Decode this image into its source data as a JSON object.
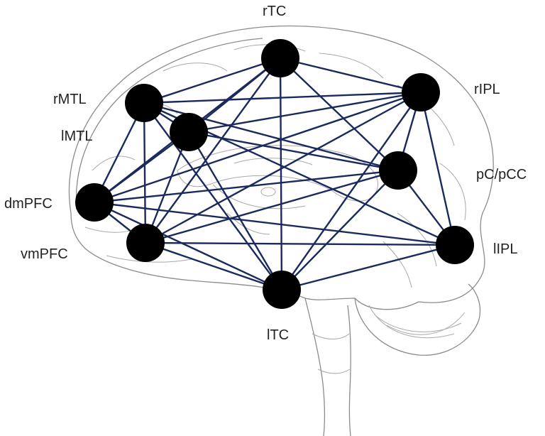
{
  "colors": {
    "edge": "#1b2a5c",
    "node": "#000000",
    "brain_outline": "#8c8c8c",
    "label": "#222222"
  },
  "nodes": [
    {
      "id": "rTC",
      "label": "rTC"
    },
    {
      "id": "rIPL",
      "label": "rIPL"
    },
    {
      "id": "rMTL",
      "label": "rMTL"
    },
    {
      "id": "lMTL",
      "label": "lMTL"
    },
    {
      "id": "pCpCC",
      "label": "pC/pCC"
    },
    {
      "id": "dmPFC",
      "label": "dmPFC"
    },
    {
      "id": "vmPFC",
      "label": "vmPFC"
    },
    {
      "id": "lIPL",
      "label": "lIPL"
    },
    {
      "id": "lTC",
      "label": "lTC"
    }
  ],
  "edges": [
    [
      "rTC",
      "rMTL"
    ],
    [
      "rTC",
      "lMTL"
    ],
    [
      "rTC",
      "rIPL"
    ],
    [
      "rTC",
      "pCpCC"
    ],
    [
      "rTC",
      "lTC"
    ],
    [
      "rTC",
      "dmPFC"
    ],
    [
      "rTC",
      "vmPFC"
    ],
    [
      "rMTL",
      "rIPL"
    ],
    [
      "rMTL",
      "lMTL"
    ],
    [
      "rMTL",
      "pCpCC"
    ],
    [
      "rMTL",
      "dmPFC"
    ],
    [
      "rMTL",
      "vmPFC"
    ],
    [
      "rMTL",
      "lTC"
    ],
    [
      "rMTL",
      "lIPL"
    ],
    [
      "lMTL",
      "rIPL"
    ],
    [
      "lMTL",
      "pCpCC"
    ],
    [
      "lMTL",
      "dmPFC"
    ],
    [
      "lMTL",
      "vmPFC"
    ],
    [
      "lMTL",
      "lTC"
    ],
    [
      "rIPL",
      "pCpCC"
    ],
    [
      "rIPL",
      "dmPFC"
    ],
    [
      "rIPL",
      "vmPFC"
    ],
    [
      "rIPL",
      "lTC"
    ],
    [
      "rIPL",
      "lIPL"
    ],
    [
      "pCpCC",
      "dmPFC"
    ],
    [
      "pCpCC",
      "vmPFC"
    ],
    [
      "pCpCC",
      "lTC"
    ],
    [
      "pCpCC",
      "lIPL"
    ],
    [
      "dmPFC",
      "vmPFC"
    ],
    [
      "dmPFC",
      "lTC"
    ],
    [
      "dmPFC",
      "lIPL"
    ],
    [
      "vmPFC",
      "lTC"
    ],
    [
      "vmPFC",
      "lIPL"
    ],
    [
      "lTC",
      "lIPL"
    ]
  ]
}
